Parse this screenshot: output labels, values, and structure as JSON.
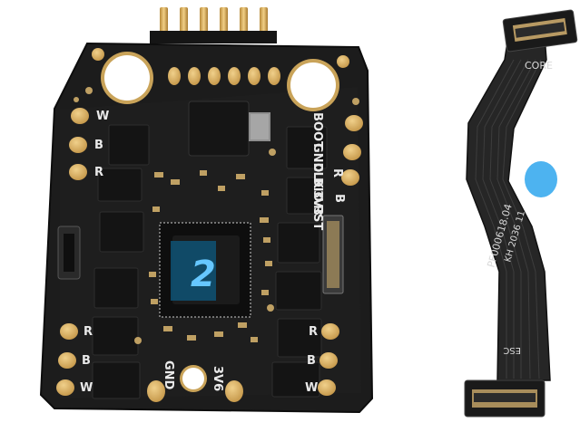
{
  "board": {
    "labels": {
      "left_column": [
        "W",
        "B",
        "R",
        "R",
        "B",
        "W"
      ],
      "right_top_column": [
        "R",
        "B"
      ],
      "right_bottom_column": [
        "R",
        "B",
        "W"
      ],
      "gnd": "GND",
      "v36": "3V6",
      "header_pins": [
        "BOOT",
        "GND",
        "CLK",
        "DIO",
        "3V3",
        "RST"
      ],
      "chip_mark": "2"
    }
  },
  "flex": {
    "core_label": "CORE",
    "esc_label": "ESC",
    "part_number": "PF000618.04",
    "code_line": "KH 2036 11"
  },
  "colors": {
    "pcb": "#1c1c1c",
    "gold": "#d9b060",
    "flex": "#262626",
    "tape": "#4db3f0"
  }
}
